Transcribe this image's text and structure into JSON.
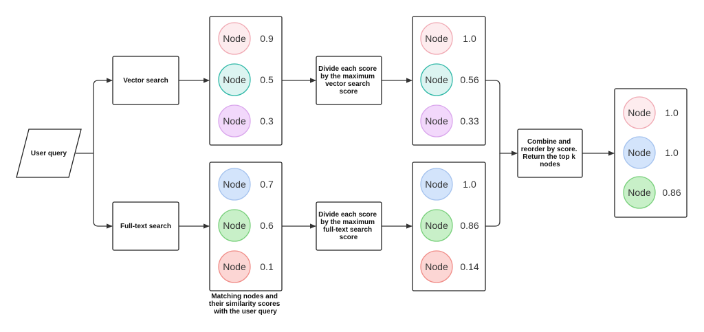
{
  "user_query": {
    "label": "User query"
  },
  "vector_search": {
    "label": "Vector search"
  },
  "fulltext_search": {
    "label": "Full-text search"
  },
  "normalize_vector": {
    "lines": [
      "Divide each score",
      "by the maximum",
      "vector search",
      "score"
    ]
  },
  "normalize_fulltext": {
    "lines": [
      "Divide each score",
      "by the maximum",
      "full-text search",
      "score"
    ]
  },
  "combine": {
    "lines": [
      "Combine and",
      "reorder by score.",
      "Return the top k",
      "nodes"
    ]
  },
  "caption": {
    "lines": [
      "Matching nodes and",
      "their similarity scores",
      "with the user query"
    ]
  },
  "node_word": "Node",
  "colors": {
    "pink": {
      "fill": "#fdecee",
      "stroke": "#f0a8b2"
    },
    "teal": {
      "fill": "#dcf4f1",
      "stroke": "#2cb7a6"
    },
    "purple": {
      "fill": "#f2d8fb",
      "stroke": "#d9a5ec"
    },
    "blue": {
      "fill": "#d3e4fb",
      "stroke": "#a4c2ee"
    },
    "green": {
      "fill": "#c8f0c8",
      "stroke": "#77cf7a"
    },
    "red": {
      "fill": "#fcd6d4",
      "stroke": "#f08b86"
    },
    "edge": "#333333"
  },
  "vector_results": [
    {
      "color": "pink",
      "score": "0.9"
    },
    {
      "color": "teal",
      "score": "0.5"
    },
    {
      "color": "purple",
      "score": "0.3"
    }
  ],
  "fulltext_results": [
    {
      "color": "blue",
      "score": "0.7"
    },
    {
      "color": "green",
      "score": "0.6"
    },
    {
      "color": "red",
      "score": "0.1"
    }
  ],
  "vector_normalized": [
    {
      "color": "pink",
      "score": "1.0"
    },
    {
      "color": "teal",
      "score": "0.56"
    },
    {
      "color": "purple",
      "score": "0.33"
    }
  ],
  "fulltext_normalized": [
    {
      "color": "blue",
      "score": "1.0"
    },
    {
      "color": "green",
      "score": "0.86"
    },
    {
      "color": "red",
      "score": "0.14"
    }
  ],
  "final_results": [
    {
      "color": "pink",
      "score": "1.0"
    },
    {
      "color": "blue",
      "score": "1.0"
    },
    {
      "color": "green",
      "score": "0.86"
    }
  ]
}
